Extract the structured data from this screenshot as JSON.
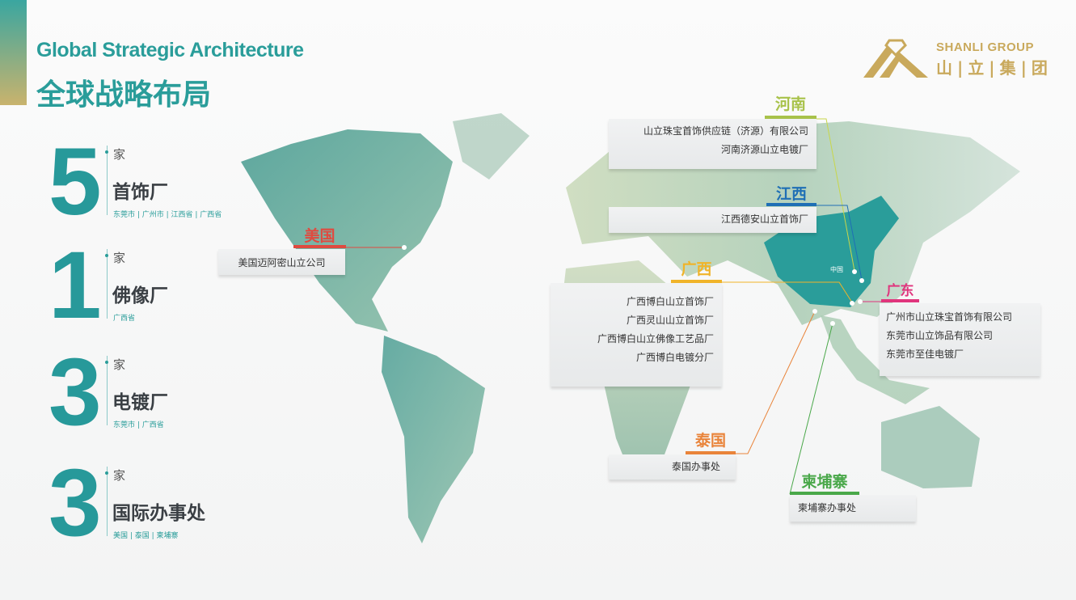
{
  "header": {
    "title_en": "Global Strategic Architecture",
    "title_cn": "全球战略布局"
  },
  "logo": {
    "name_en": "SHANLI GROUP",
    "name_cn": "山|立|集|团"
  },
  "stats": [
    {
      "count": "5",
      "unit": "家",
      "kind": "首饰厂",
      "locations": "东莞市 | 广州市 | 江西省 | 广西省"
    },
    {
      "count": "1",
      "unit": "家",
      "kind": "佛像厂",
      "locations": "广西省"
    },
    {
      "count": "3",
      "unit": "家",
      "kind": "电镀厂",
      "locations": "东莞市 | 广西省"
    },
    {
      "count": "3",
      "unit": "家",
      "kind": "国际办事处",
      "locations": "美国 | 泰国 | 柬埔寨"
    }
  ],
  "map": {
    "china_label": "中国"
  },
  "regions": {
    "usa": {
      "label": "美国",
      "color": "#e04a3f",
      "items": [
        "美国迈阿密山立公司"
      ]
    },
    "henan": {
      "label": "河南",
      "color": "#a8c24a",
      "items": [
        "山立珠宝首饰供应链（济源）有限公司",
        "河南济源山立电镀厂"
      ]
    },
    "jiangxi": {
      "label": "江西",
      "color": "#1f6fb5",
      "items": [
        "江西德安山立首饰厂"
      ]
    },
    "guangxi": {
      "label": "广西",
      "color": "#f0b429",
      "items": [
        "广西博白山立首饰厂",
        "广西灵山山立首饰厂",
        "广西博白山立佛像工艺品厂",
        "广西博白电镀分厂"
      ]
    },
    "guangdong": {
      "label": "广东",
      "color": "#e0357d",
      "items": [
        "广州市山立珠宝首饰有限公司",
        "东莞市山立饰品有限公司",
        "东莞市至佳电镀厂"
      ]
    },
    "thailand": {
      "label": "泰国",
      "color": "#e9843a",
      "items": [
        "泰国办事处"
      ]
    },
    "cambodia": {
      "label": "柬埔寨",
      "color": "#4aa84a",
      "items": [
        "柬埔寨办事处"
      ]
    }
  }
}
